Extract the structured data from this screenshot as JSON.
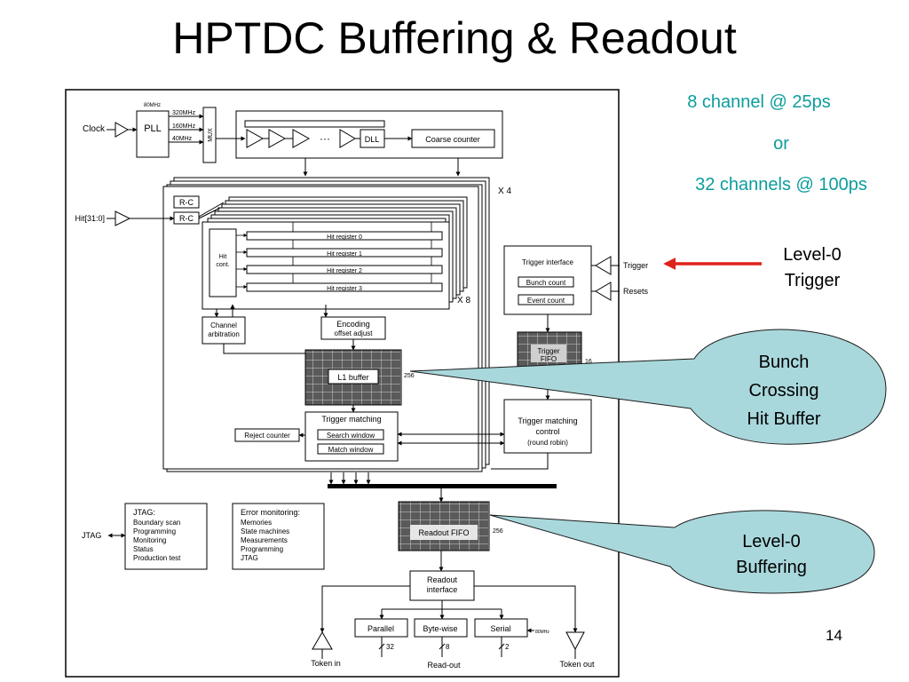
{
  "title": "HPTDC Buffering & Readout",
  "page_number": "14",
  "notes": {
    "line1": "8 channel @ 25ps",
    "line2": "or",
    "line3": "32 channels @ 100ps"
  },
  "callouts": {
    "trigger": [
      "Level-0",
      "Trigger"
    ],
    "bunch": [
      "Bunch",
      "Crossing",
      "Hit Buffer"
    ],
    "buffering": [
      "Level-0",
      "Buffering"
    ]
  },
  "colors": {
    "accent_teal": "#0d9c9c",
    "callout_fill": "#a9d8dc",
    "arrow_red": "#e0201a"
  },
  "diagram": {
    "clock": "Clock",
    "pll_in_freq": "80MHz",
    "pll": "PLL",
    "freq_320": "320MHz",
    "freq_160": "160MHz",
    "freq_40": "40MHz",
    "mux": "MUX",
    "dots": "···",
    "dll": "DLL",
    "coarse_counter": "Coarse counter",
    "x4": "X 4",
    "hit_input": "Hit[31:0]",
    "rc1": "R-C",
    "rc2": "R-C",
    "hit_cont": [
      "Hit",
      "cont."
    ],
    "hit_registers": [
      "Hit register 0",
      "Hit register 1",
      "Hit register 2",
      "Hit register 3"
    ],
    "x8": "X 8",
    "channel_arbitration": [
      "Channel",
      "arbitration"
    ],
    "encoding": [
      "Encoding",
      "offset adjust"
    ],
    "l1_buffer": "L1 buffer",
    "l1_depth": "256",
    "trigger_interface": "Trigger interface",
    "bunch_count": "Bunch count",
    "event_count": "Event count",
    "trigger_label": "Trigger",
    "resets_label": "Resets",
    "trigger_fifo": [
      "Trigger",
      "FIFO"
    ],
    "trigger_fifo_depth": "16",
    "reject_counter": "Reject counter",
    "trigger_matching": "Trigger matching",
    "search_window": "Search window",
    "match_window": "Match window",
    "tm_control": [
      "Trigger matching",
      "control",
      "(round robin)"
    ],
    "jtag": "JTAG",
    "jtag_box": [
      "JTAG:",
      "Boundary scan",
      "Programming",
      "Monitoring",
      "Status",
      "Production test"
    ],
    "error_box": [
      "Error monitoring:",
      "Memories",
      "State machines",
      "Measurements",
      "Programming",
      "JTAG"
    ],
    "readout_fifo": "Readout FIFO",
    "readout_depth": "256",
    "readout_interface": [
      "Readout",
      "interface"
    ],
    "parallel": "Parallel",
    "bytewise": "Byte-wise",
    "serial": "Serial",
    "serial_freq": "80MHz",
    "width_32": "32",
    "width_8": "8",
    "width_2": "2",
    "token_in": "Token in",
    "readout": "Read-out",
    "token_out": "Token out"
  }
}
